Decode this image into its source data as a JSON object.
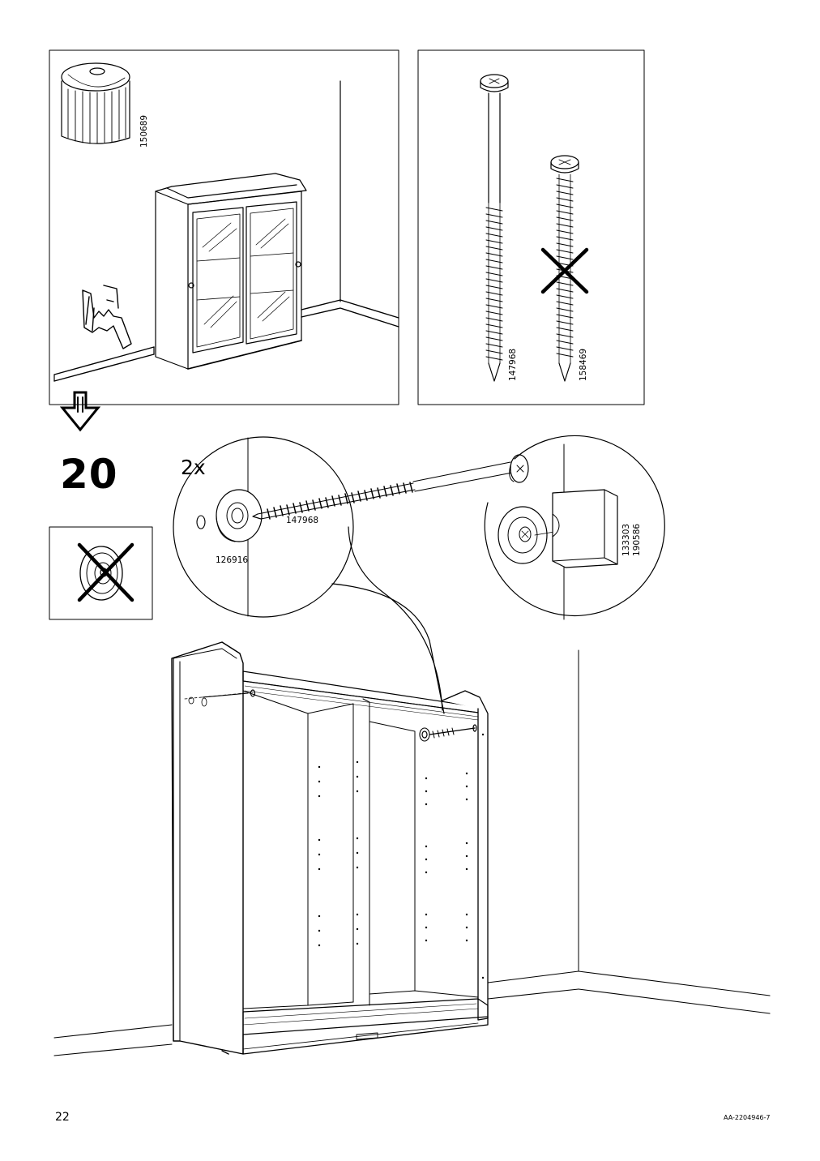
{
  "page_number": "22",
  "document_code": "AA-2204946-7",
  "step_number": "20",
  "quantity": "2x",
  "parts": {
    "bumper": "150689",
    "long_screw": "147968",
    "short_screw_wrong": "158469",
    "screw_callout": "147968",
    "washer": "126916",
    "wall_plug_1": "133303",
    "wall_plug_2": "190586"
  }
}
